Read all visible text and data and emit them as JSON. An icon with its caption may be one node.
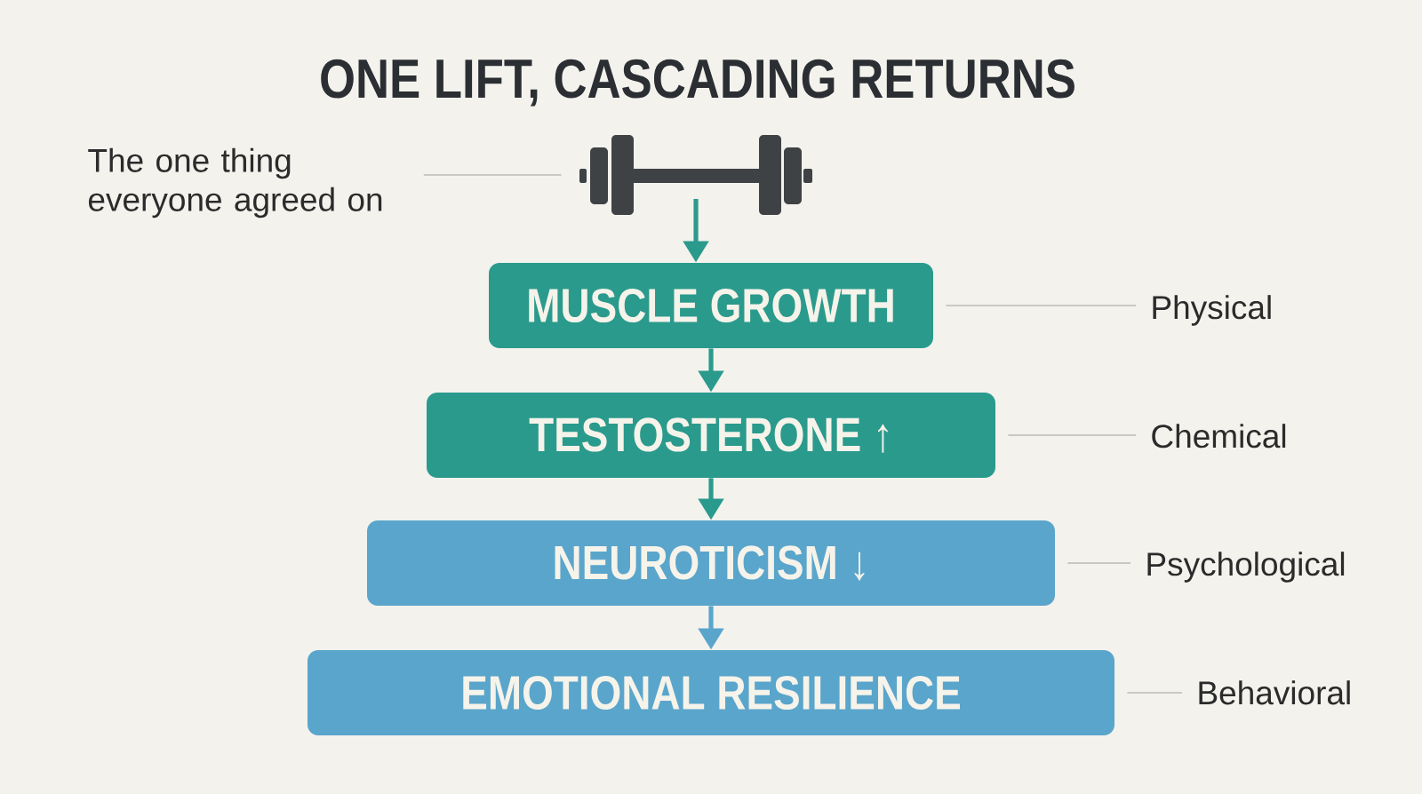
{
  "diagram": {
    "title": "ONE LIFT, CASCADING RETURNS",
    "nodes": [
      {
        "text": [
          "The one thing everyone agreed on"
        ]
      },
      {
        "text": [],
        "shape": "picture"
      },
      {
        "text": [
          "MUSCLE GROWTH"
        ]
      },
      {
        "text": [
          "Physical"
        ]
      },
      {
        "text": [
          "TESTOSTERONE ↑"
        ]
      },
      {
        "text": [
          "Chemical"
        ]
      },
      {
        "text": [
          "NEUROTICISM ↓"
        ]
      },
      {
        "text": [
          "Psychological"
        ]
      },
      {
        "text": [
          "EMOTIONAL RESILIENCE"
        ]
      },
      {
        "text": [
          "Behavioral"
        ]
      }
    ],
    "edges": [
      {
        "from": 0,
        "to": 1,
        "arrow": "none"
      },
      {
        "from": 1,
        "to": 2,
        "arrow": "to",
        "style": "thick",
        "color": "#2a9a8c"
      },
      {
        "from": 2,
        "to": 4,
        "arrow": "to",
        "style": "thick",
        "color": "#2a9a8c"
      },
      {
        "from": 4,
        "to": 6,
        "arrow": "to",
        "style": "thick",
        "color": "#2a9a8c"
      },
      {
        "from": 6,
        "to": 8,
        "arrow": "to",
        "style": "thick",
        "color": "#5aa5cb"
      },
      {
        "from": 2,
        "to": 3,
        "arrow": "none"
      },
      {
        "from": 4,
        "to": 5,
        "arrow": "none"
      },
      {
        "from": 6,
        "to": 7,
        "arrow": "none"
      },
      {
        "from": 8,
        "to": 9,
        "arrow": "none"
      }
    ]
  }
}
